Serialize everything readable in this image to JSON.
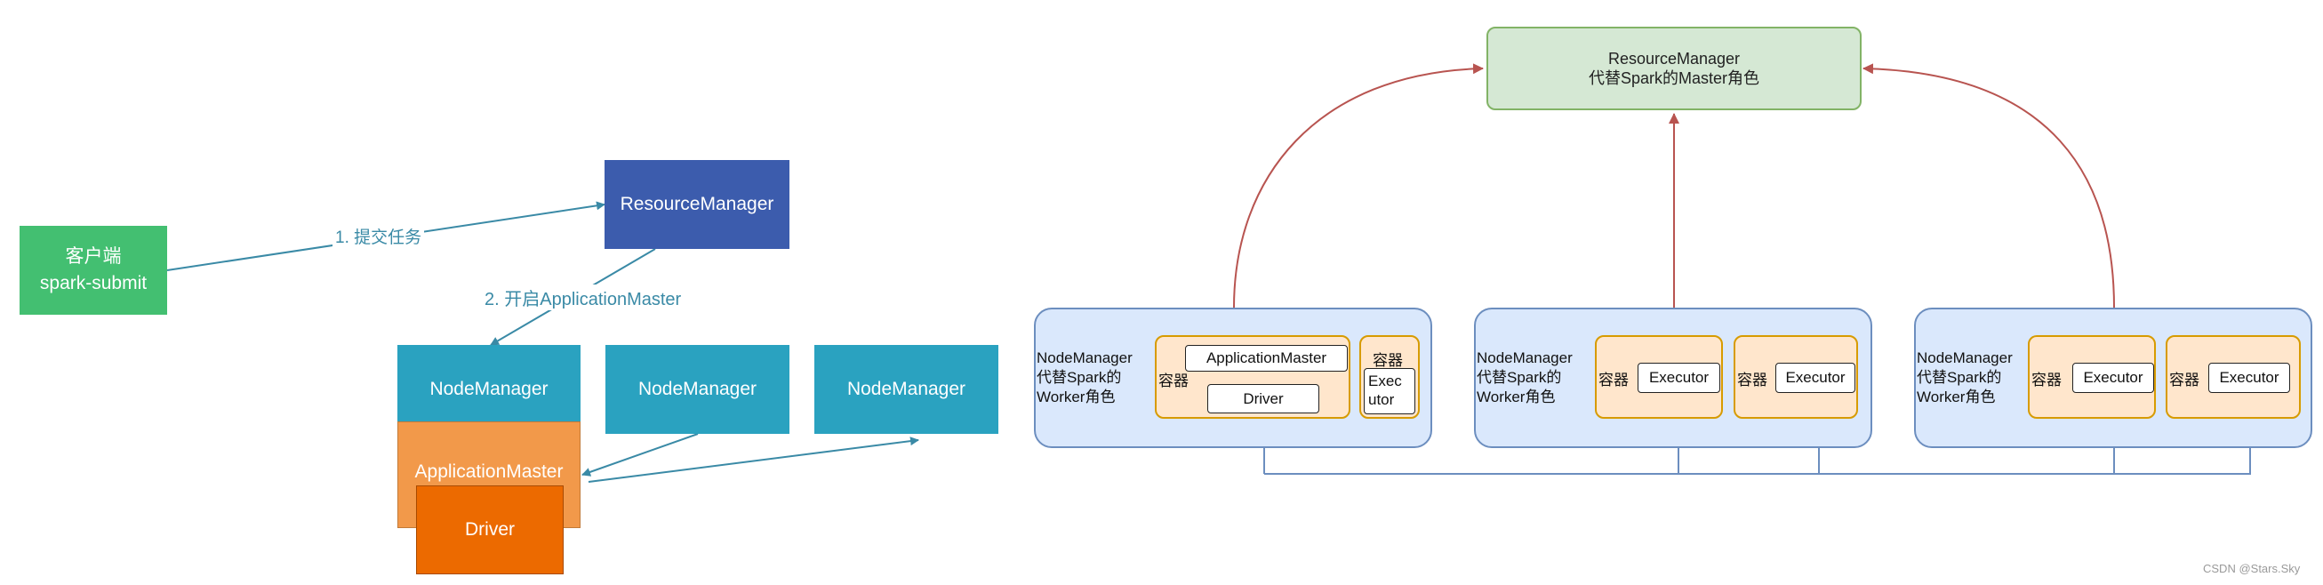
{
  "left_diagram": {
    "client": {
      "line1": "客户端",
      "line2": "spark-submit"
    },
    "resource_manager": "ResourceManager",
    "step1_label": "1. 提交任务",
    "step2_label": "2. 开启ApplicationMaster",
    "node_managers": [
      "NodeManager",
      "NodeManager",
      "NodeManager"
    ],
    "application_master": "ApplicationMaster",
    "driver": "Driver"
  },
  "right_diagram": {
    "resource_manager": {
      "line1": "ResourceManager",
      "line2": "代替Spark的Master角色"
    },
    "nodes": [
      {
        "label_lines": [
          "NodeManager",
          "代替Spark的",
          "Worker角色"
        ],
        "containers": [
          {
            "label": "容器",
            "items": [
              "ApplicationMaster",
              "Driver"
            ]
          },
          {
            "label": "容器",
            "items": [
              "Exec",
              "utor"
            ]
          }
        ]
      },
      {
        "label_lines": [
          "NodeManager",
          "代替Spark的",
          "Worker角色"
        ],
        "containers": [
          {
            "label": "容器",
            "items": [
              "Executor"
            ]
          },
          {
            "label": "容器",
            "items": [
              "Executor"
            ]
          }
        ]
      },
      {
        "label_lines": [
          "NodeManager",
          "代替Spark的",
          "Worker角色"
        ],
        "containers": [
          {
            "label": "容器",
            "items": [
              "Executor"
            ]
          },
          {
            "label": "容器",
            "items": [
              "Executor"
            ]
          }
        ]
      }
    ]
  },
  "watermark": "CSDN @Stars.Sky",
  "colors": {
    "client_green": "#43bf71",
    "rm_blue": "#3c5cad",
    "nm_teal": "#2aa2c0",
    "am_orange": "#f2994a",
    "driver_orange": "#ec6a00",
    "arrow_teal": "#3a8aa6",
    "rm_green_fill": "#d5e8d4",
    "rm_green_border": "#82b366",
    "node_fill": "#dae8fc",
    "node_border": "#6c8ebf",
    "container_fill": "#ffe6cc",
    "container_border": "#d79b00",
    "red_arrow": "#b85450",
    "blue_line": "#6c8ebf"
  }
}
